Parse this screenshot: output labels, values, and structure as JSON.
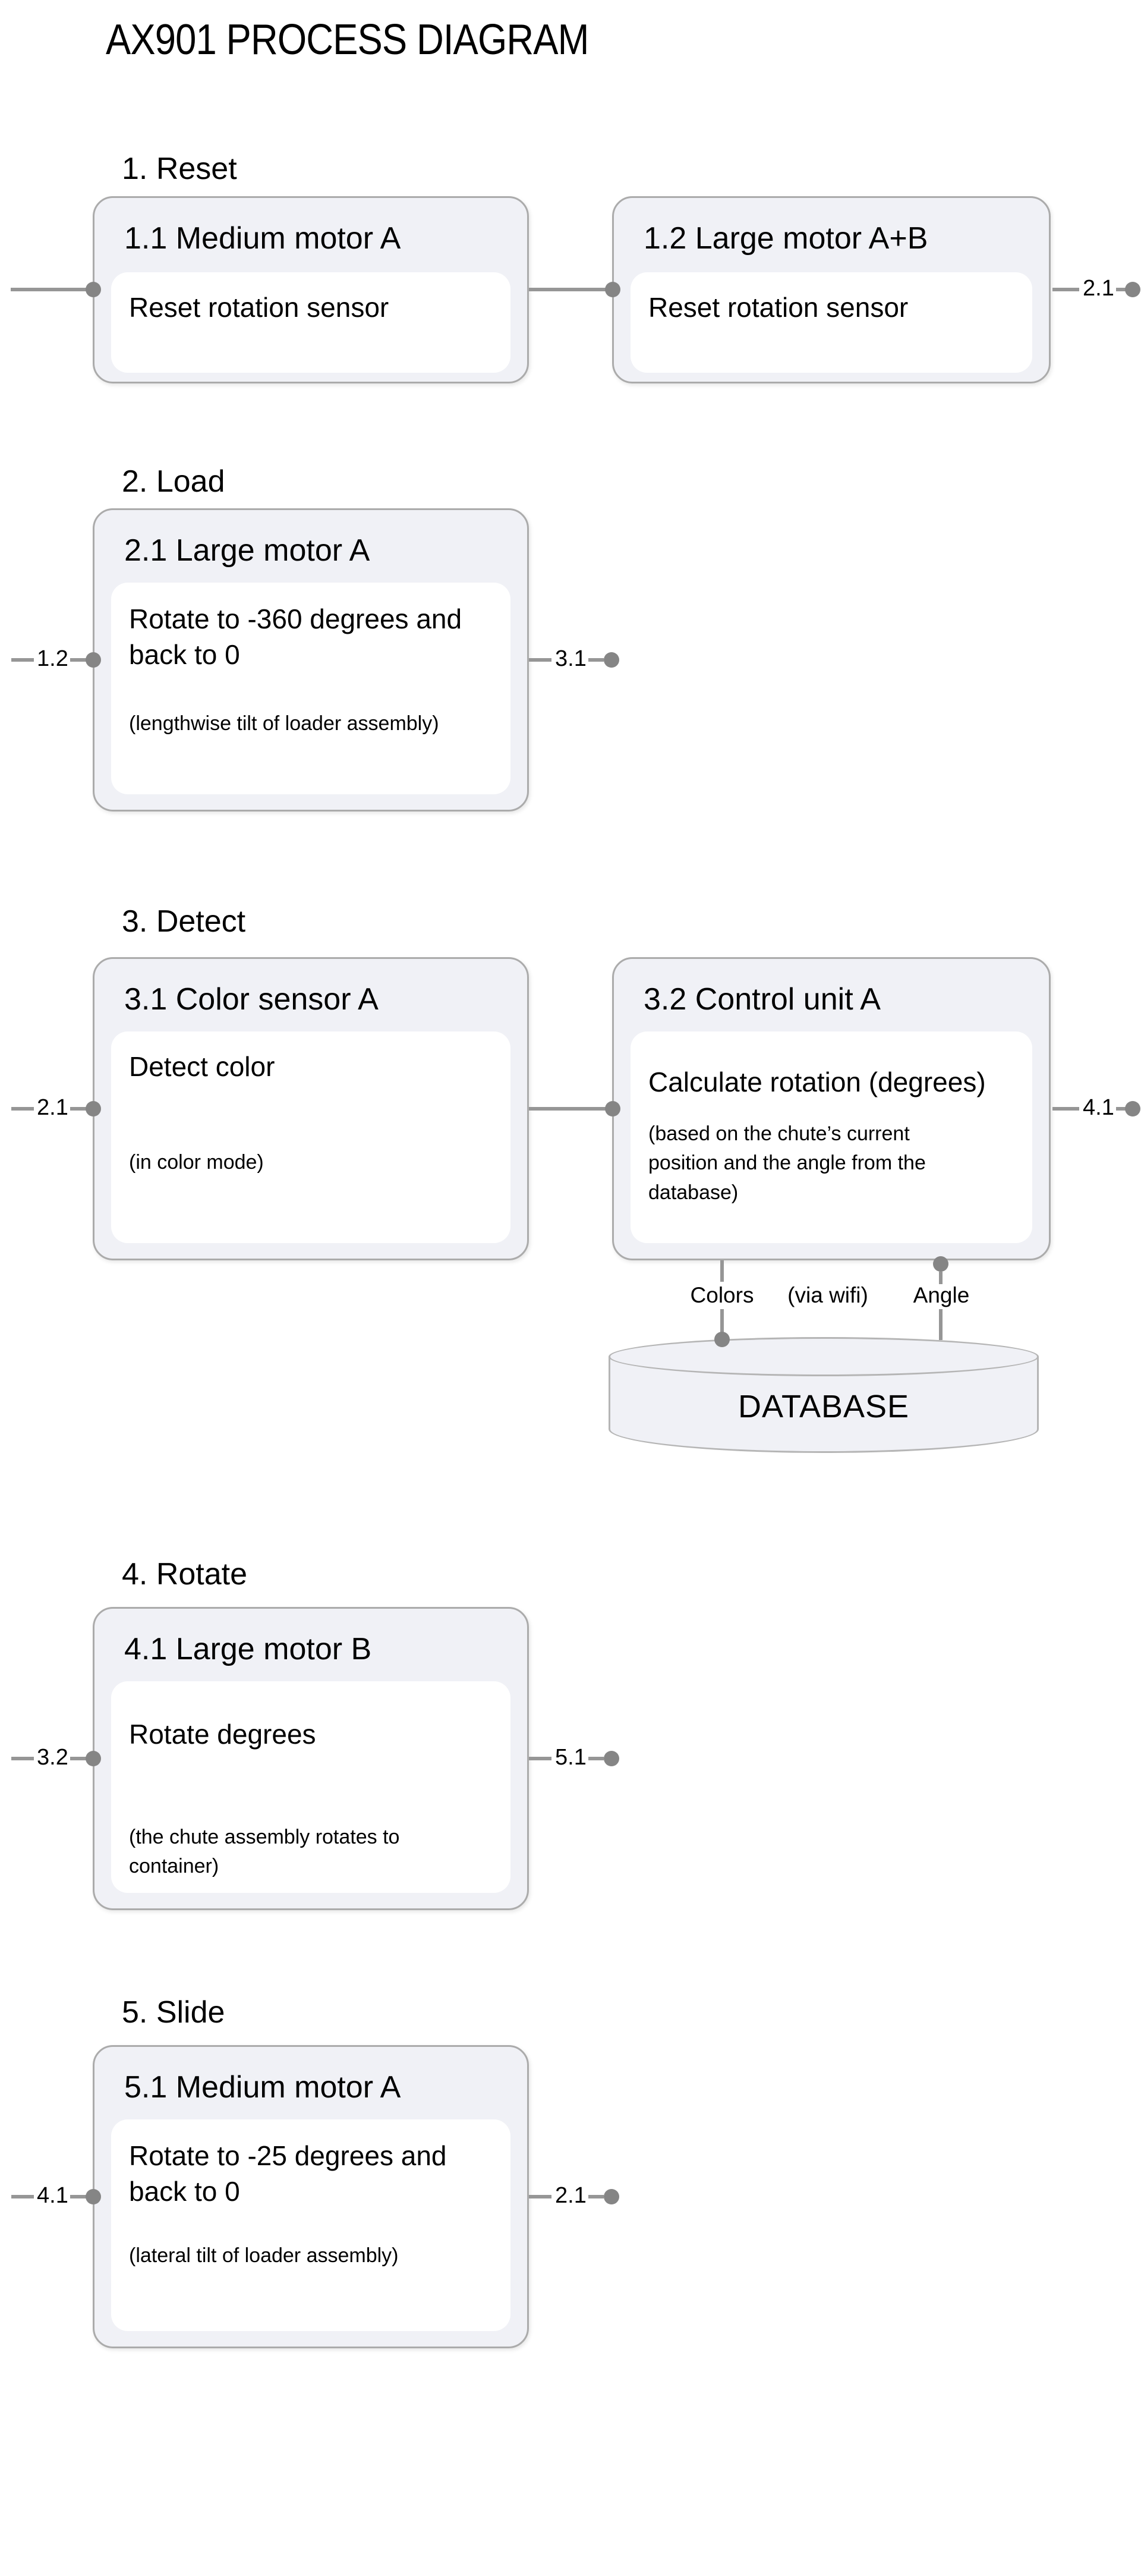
{
  "title": "AX901 PROCESS DIAGRAM",
  "colors": {
    "box_fill": "#f0f1f6",
    "box_border": "#ababab",
    "inner_fill": "#ffffff",
    "line": "#969696",
    "dot": "#858585"
  },
  "sections": [
    {
      "heading": "1. Reset",
      "left_label": "",
      "right_label": "2.1",
      "boxes": [
        {
          "header": "1.1 Medium motor A",
          "body": "Reset rotation sensor",
          "note": ""
        },
        {
          "header": "1.2 Large motor A+B",
          "body": "Reset rotation sensor",
          "note": ""
        }
      ]
    },
    {
      "heading": "2. Load",
      "left_label": "1.2",
      "right_label": "3.1",
      "boxes": [
        {
          "header": "2.1 Large motor A",
          "body": "Rotate to -360 degrees and back to 0",
          "note": "(lengthwise tilt of loader assembly)"
        }
      ]
    },
    {
      "heading": "3. Detect",
      "left_label": "2.1",
      "right_label": "4.1",
      "boxes": [
        {
          "header": "3.1 Color sensor A",
          "body": "Detect color",
          "note": "(in color mode)"
        },
        {
          "header": "3.2 Control unit A",
          "body": "Calculate rotation (degrees)",
          "note": "(based on the chute’s current position and the angle from the database)"
        }
      ]
    },
    {
      "heading": "4. Rotate",
      "left_label": "3.2",
      "right_label": "5.1",
      "boxes": [
        {
          "header": "4.1 Large motor B",
          "body": "Rotate degrees",
          "note": "(the chute assembly rotates to container)"
        }
      ]
    },
    {
      "heading": "5. Slide",
      "left_label": "4.1",
      "right_label": "2.1",
      "boxes": [
        {
          "header": "5.1 Medium motor A",
          "body": "Rotate to -25 degrees and back to 0",
          "note": "(lateral tilt of loader assembly)"
        }
      ]
    }
  ],
  "database": {
    "label": "DATABASE",
    "colors_label": "Colors",
    "via_label": "(via wifi)",
    "angle_label": "Angle"
  }
}
